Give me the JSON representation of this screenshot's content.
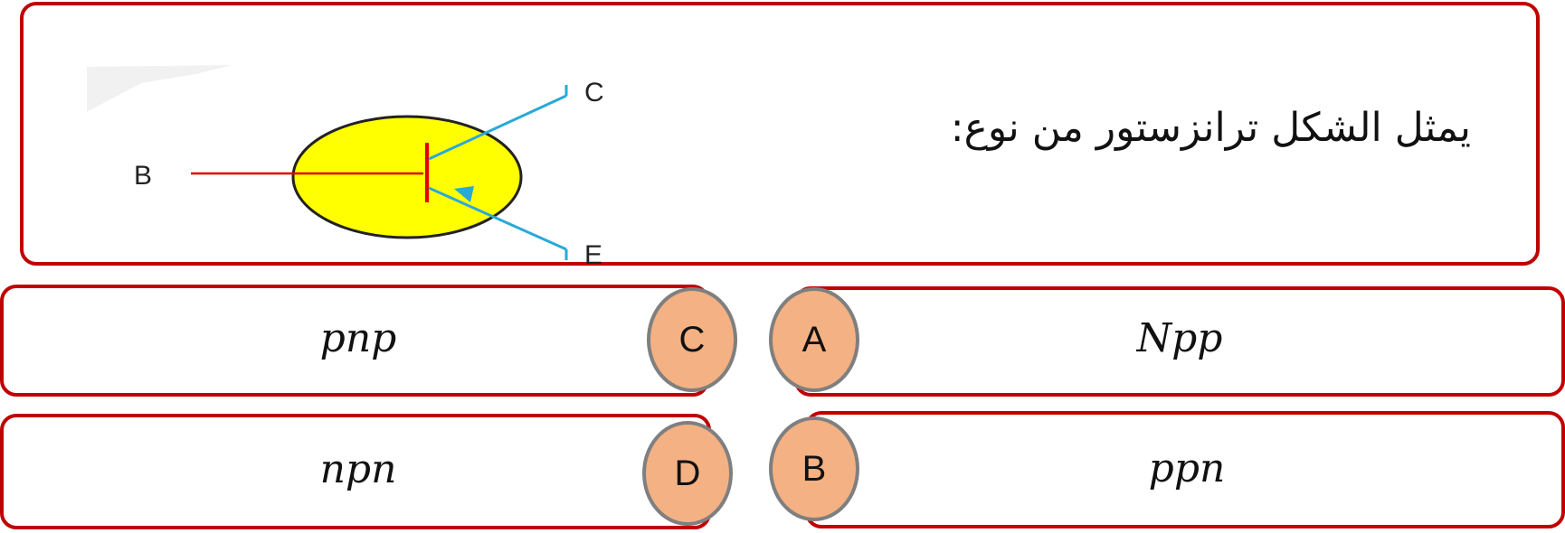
{
  "question": {
    "text": "يمثل الشكل ترانزستور من نوع:",
    "diagram": {
      "labels": {
        "base": "B",
        "collector": "C",
        "emitter": "E"
      },
      "colors": {
        "circle_fill": "#ffff00",
        "base_line": "#e00000",
        "leads": "#29a9d8"
      }
    }
  },
  "options": {
    "a": {
      "letter": "A",
      "text": "Npp"
    },
    "b": {
      "letter": "B",
      "text": "ppn"
    },
    "c": {
      "letter": "C",
      "text": "pnp"
    },
    "d": {
      "letter": "D",
      "text": "npn"
    }
  },
  "colors": {
    "border": "#c00000",
    "badge_fill": "#f4b183",
    "badge_border": "#7f7f7f"
  }
}
